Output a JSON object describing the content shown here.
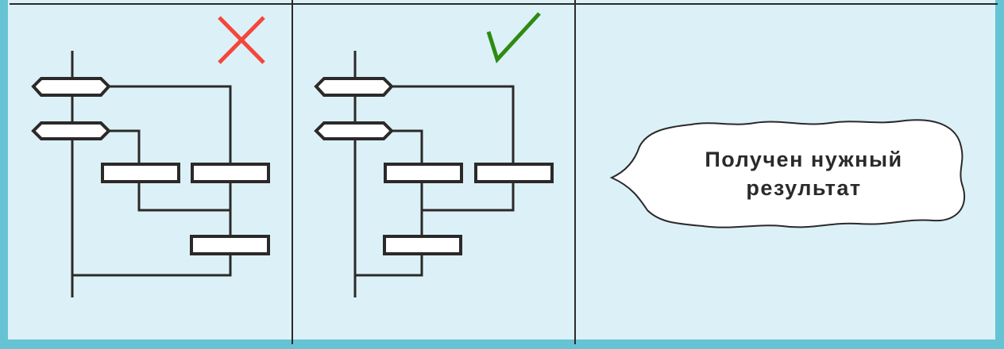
{
  "panels": [
    {
      "verdict": "incorrect",
      "mark_icon": "cross-icon",
      "mark_color": "#f4473a"
    },
    {
      "verdict": "correct",
      "mark_icon": "check-icon",
      "mark_color": "#2e8b12"
    }
  ],
  "bubble": {
    "line1": "Получен нужный",
    "line2": "результат"
  },
  "colors": {
    "background": "#dcf0f7",
    "border": "#66c3d4",
    "stroke": "#2b2a29"
  }
}
